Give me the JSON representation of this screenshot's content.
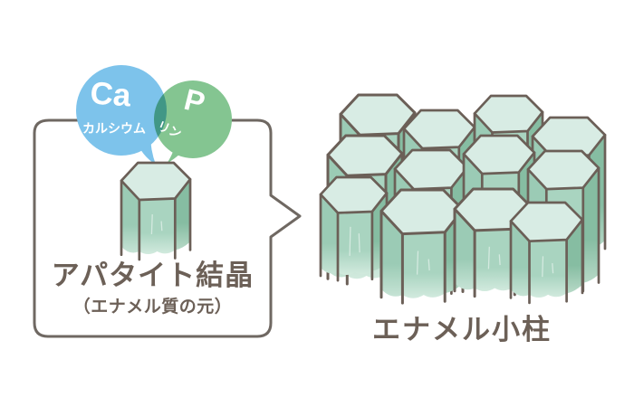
{
  "scene": {
    "background": "#ffffff",
    "outline_color": "#6b5f57",
    "border_color": "#6f6862",
    "text_color": "#6c6057"
  },
  "callout_box": {
    "title": "アパタイト結晶",
    "subtitle": "（エナメル質の元）",
    "bubbles": [
      {
        "symbol": "Ca",
        "label": "カルシウム",
        "color": "#7dc3eb"
      },
      {
        "symbol": "P",
        "label": "リン",
        "color": "#84c591"
      }
    ]
  },
  "cluster": {
    "label": "エナメル小柱"
  },
  "crystal_colors": {
    "top": "#d8ece4",
    "left": "#9bcbb5",
    "front": "#a9d4c0",
    "right": "#86bda2",
    "left_fade": "#c6e3d5",
    "front_fade": "#d2eade",
    "right_fade": "#b7d9c7"
  }
}
